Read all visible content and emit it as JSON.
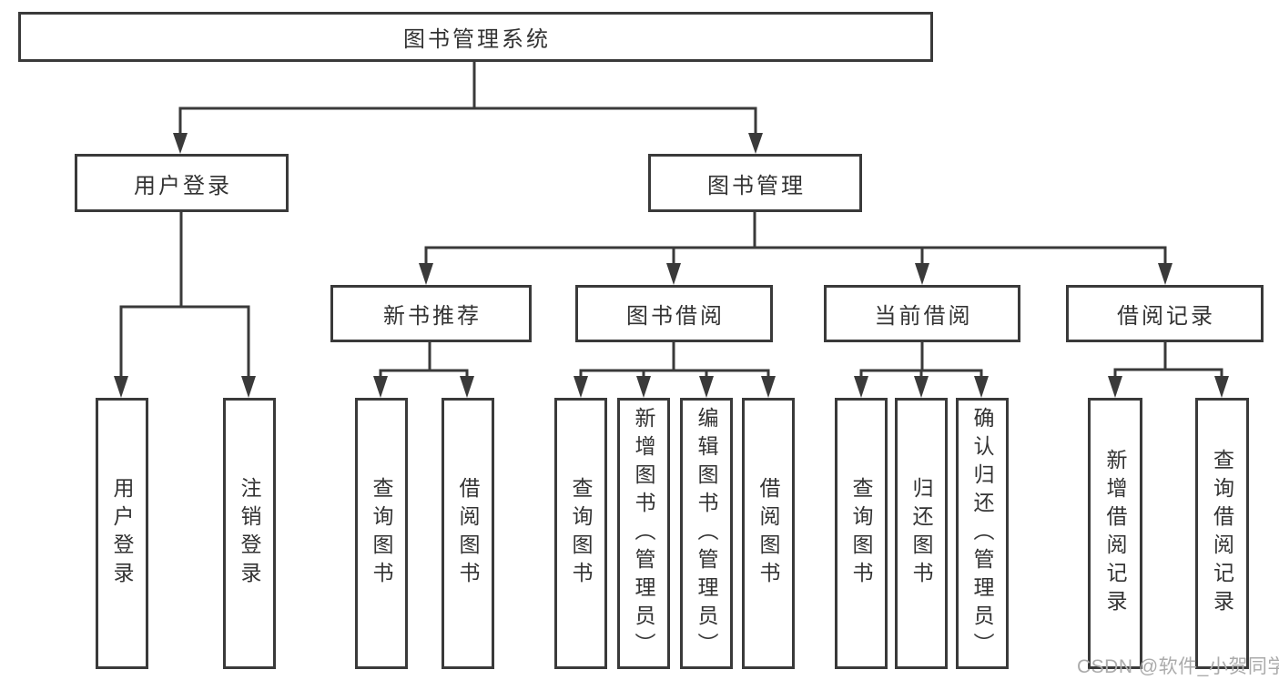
{
  "tree": {
    "root": "图书管理系统",
    "branches": [
      {
        "label": "用户登录",
        "children": [
          "用户登录",
          "注销登录"
        ]
      },
      {
        "label": "图书管理",
        "sections": [
          {
            "label": "新书推荐",
            "children": [
              "查询图书",
              "借阅图书"
            ]
          },
          {
            "label": "图书借阅",
            "children": [
              "查询图书",
              "新增图书（管理员）",
              "编辑图书（管理员）",
              "借阅图书"
            ]
          },
          {
            "label": "当前借阅",
            "children": [
              "查询图书",
              "归还图书",
              "确认归还（管理员）"
            ]
          },
          {
            "label": "借阅记录",
            "children": [
              "新增借阅记录",
              "查询借阅记录"
            ]
          }
        ]
      }
    ]
  },
  "watermark": "CSDN @软件_小贺同学",
  "colors": {
    "line": "#3a3a3a",
    "text": "#333333",
    "watermark": "#ababab"
  }
}
